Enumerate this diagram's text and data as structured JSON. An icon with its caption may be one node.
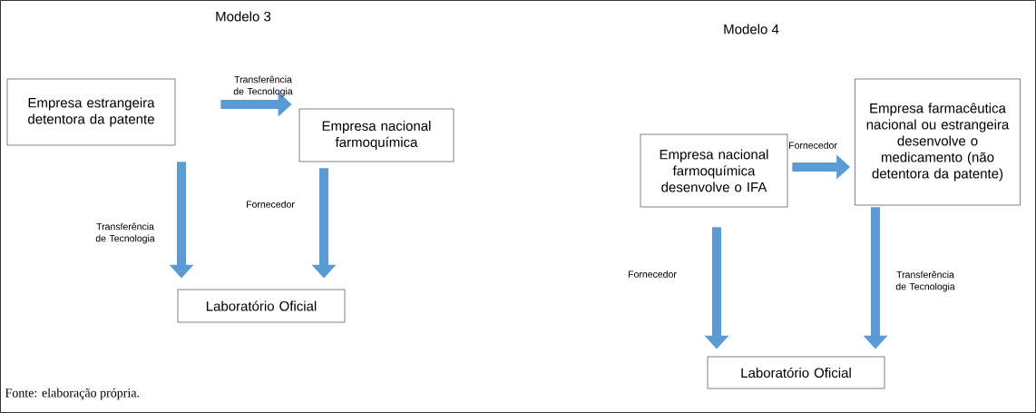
{
  "diagram": {
    "caption": "Fonte: elaboração própria.",
    "nodes": [
      {
        "text": [
          "Empresa estrangeira detentora da patente"
        ]
      },
      {
        "text": [
          "Empresa nacional farmoquímica"
        ]
      },
      {
        "text": [
          "Laboratório Oficial"
        ]
      },
      {
        "text": [
          "Empresa nacional farmoquímica desenvolve o IFA"
        ]
      },
      {
        "text": [
          "Empresa farmacêutica nacional ou estrangeira desenvolve o medicamento (não detentora da patente)"
        ]
      },
      {
        "text": [
          "Laboratório Oficial"
        ]
      }
    ],
    "edges": [
      {
        "from": 0,
        "to": 1,
        "arrow": "to",
        "label": "Transferência de Tecnologia"
      },
      {
        "from": 0,
        "to": 2,
        "arrow": "to",
        "label": "Transferência de Tecnologia"
      },
      {
        "from": 1,
        "to": 2,
        "arrow": "to",
        "label": "Fornecedor"
      },
      {
        "from": 3,
        "to": 4,
        "arrow": "to",
        "label": "Fornecedor"
      },
      {
        "from": 3,
        "to": 5,
        "arrow": "to",
        "label": "Fornecedor"
      },
      {
        "from": 4,
        "to": 5,
        "arrow": "to",
        "label": "Transferência de Tecnologia"
      }
    ],
    "labels": [
      "Modelo 3",
      "Modelo 4"
    ]
  }
}
